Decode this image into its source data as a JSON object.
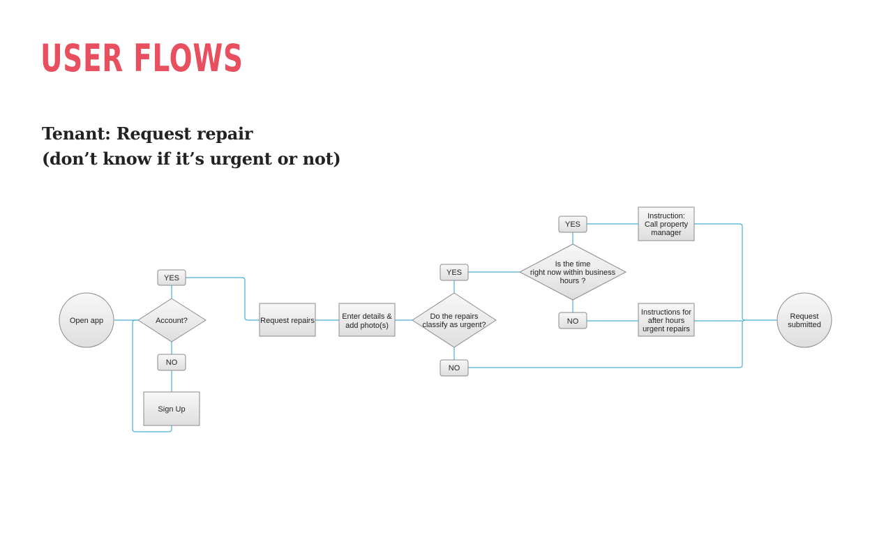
{
  "page": {
    "title": "USER FLOWS",
    "subtitle_line1": "Tenant: Request repair",
    "subtitle_line2": "(don’t know if it’s urgent or not)"
  },
  "colors": {
    "accent": "#e8505f",
    "connector": "#4aaed6",
    "shape_border": "#8a8a8a",
    "shape_fill_top": "#f8f8f8",
    "shape_fill_bottom": "#dedede"
  },
  "flow": {
    "start": {
      "label": "Open app"
    },
    "account_decision": {
      "label": "Account?"
    },
    "account_yes": {
      "label": "YES"
    },
    "account_no": {
      "label": "NO"
    },
    "sign_up": {
      "label": "Sign Up"
    },
    "request_repairs": {
      "label": "Request repairs"
    },
    "enter_details": {
      "line1": "Enter details &",
      "line2": "add photo(s)"
    },
    "urgent_decision": {
      "line1": "Do the repairs",
      "line2": "classify as urgent?"
    },
    "urgent_yes": {
      "label": "YES"
    },
    "urgent_no": {
      "label": "NO"
    },
    "hours_decision": {
      "line1": "Is the time",
      "line2": "right now within business",
      "line3": "hours ?"
    },
    "hours_yes": {
      "label": "YES"
    },
    "hours_no": {
      "label": "NO"
    },
    "call_manager": {
      "line1": "Instruction:",
      "line2": "Call property",
      "line3": "manager"
    },
    "after_hours": {
      "line1": "Instructions for",
      "line2": "after hours",
      "line3": "urgent repairs"
    },
    "end": {
      "line1": "Request",
      "line2": "submitted"
    }
  }
}
